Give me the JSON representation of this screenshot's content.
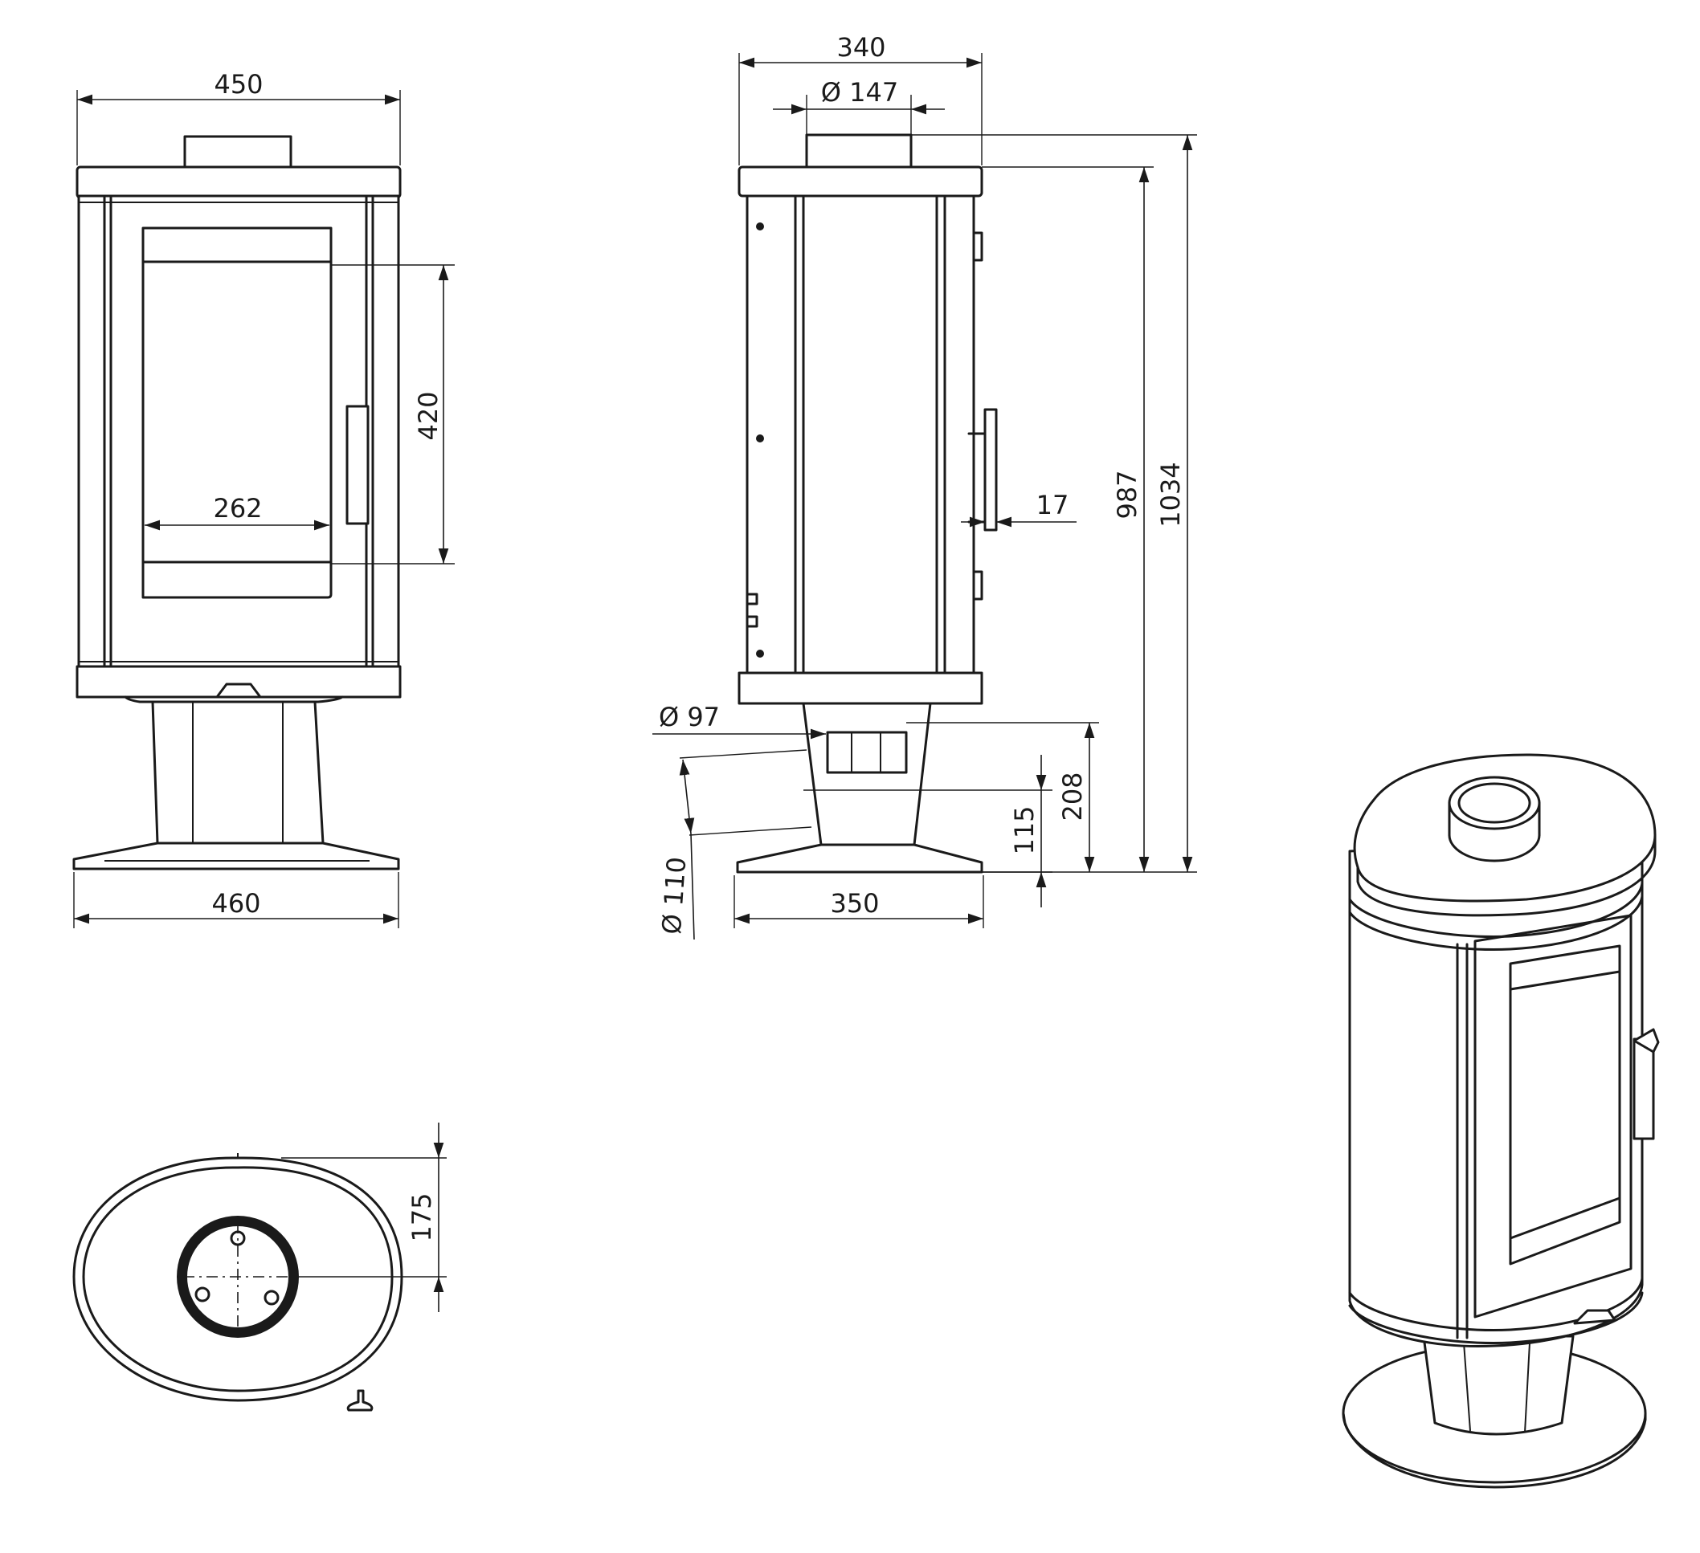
{
  "front_view": {
    "width_top": "450",
    "glass_height": "420",
    "glass_width": "262",
    "base_width": "460"
  },
  "side_view": {
    "depth": "340",
    "flue_diameter": "Ø 147",
    "air_inlet_diameter": "Ø 97",
    "base_pipe_diameter": "Ø 110",
    "base_depth": "350",
    "handle_offset": "17",
    "height_body": "987",
    "height_total": "1034",
    "air_inlet_height": "208",
    "pipe_height": "115"
  },
  "top_view": {
    "flue_offset": "175"
  },
  "colors": {
    "line": "#1a1a1a",
    "background": "#ffffff"
  }
}
